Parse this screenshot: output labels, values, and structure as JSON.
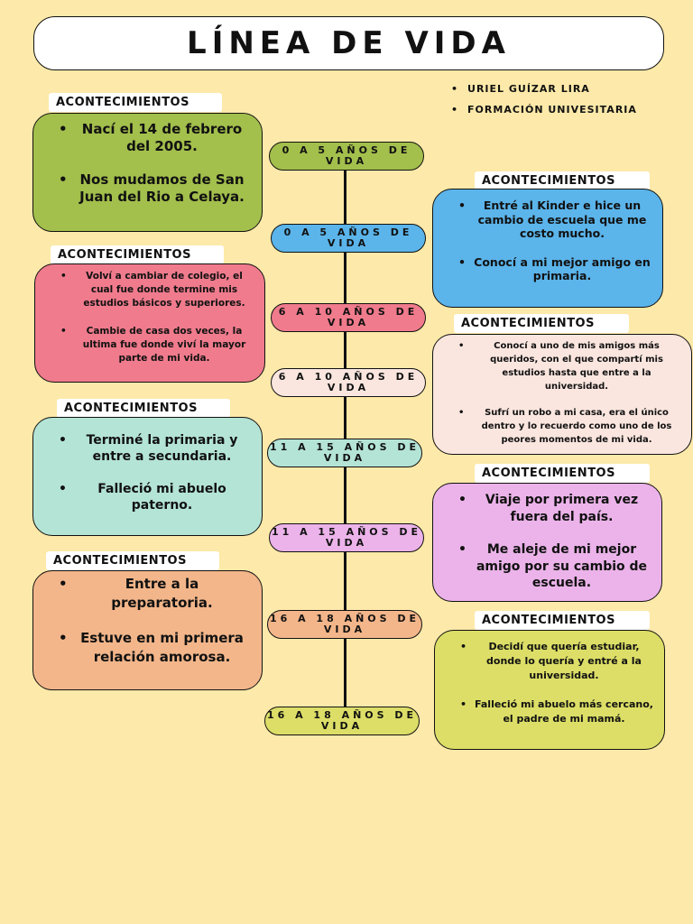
{
  "title": "LÍNEA DE VIDA",
  "meta": [
    "URIEL GUÍZAR LIRA",
    "FORMACIÓN UNIVESITARIA"
  ],
  "section_label": "ACONTECIMIENTOS",
  "pills": [
    "0 A 5 AÑOS DE VIDA",
    "0 A 5 AÑOS DE VIDA",
    "6 A 10 AÑOS DE VIDA",
    "6 A 10 AÑOS DE VIDA",
    "11 A 15 AÑOS DE VIDA",
    "11 A 15 AÑOS DE VIDA",
    "16 A 18 AÑOS DE VIDA",
    "16 A 18 AÑOS DE VIDA"
  ],
  "events": [
    [
      "Nací el 14 de febrero del 2005.",
      "Nos mudamos de San Juan del Rio a Celaya."
    ],
    [
      "Entré al Kinder e hice un cambio de escuela que me costo mucho.",
      "Conocí a mi mejor amigo en primaria."
    ],
    [
      "Volví a cambiar de colegio, el cual fue donde termine mis estudios básicos y superiores.",
      "Cambie de casa dos veces, la ultima fue donde viví la mayor parte de mi vida."
    ],
    [
      "Conocí a uno de mis amigos más queridos, con el que compartí mis estudios hasta que entre a la universidad.",
      "Sufrí un robo a mi casa, era el único dentro y lo recuerdo como uno de los peores momentos de mi vida."
    ],
    [
      "Terminé la primaria y entre a secundaria.",
      "Falleció mi abuelo paterno."
    ],
    [
      "Viaje por primera vez fuera del país.",
      "Me aleje de mi mejor amigo por su cambio de escuela."
    ],
    [
      "Entre a la preparatoria.",
      "Estuve en mi primera relación amorosa."
    ],
    [
      "Decidí que quería estudiar, donde lo quería y entré a la universidad.",
      "Falleció mi abuelo más cercano, el padre de mi mamá."
    ]
  ],
  "colors": {
    "background": "#fde9a9",
    "green": "#a3bf4c",
    "blue": "#5bb4ea",
    "pink": "#ef7b8c",
    "cream": "#fae6df",
    "mint": "#b4e4d6",
    "lilac": "#ebb3e9",
    "peach": "#f3b68a",
    "lime": "#dcde67"
  }
}
